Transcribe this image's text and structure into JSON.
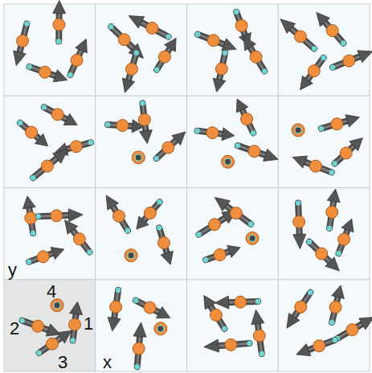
{
  "diagram": {
    "labels": [
      "y",
      "4",
      "2",
      "1",
      "3",
      "x"
    ]
  }
}
